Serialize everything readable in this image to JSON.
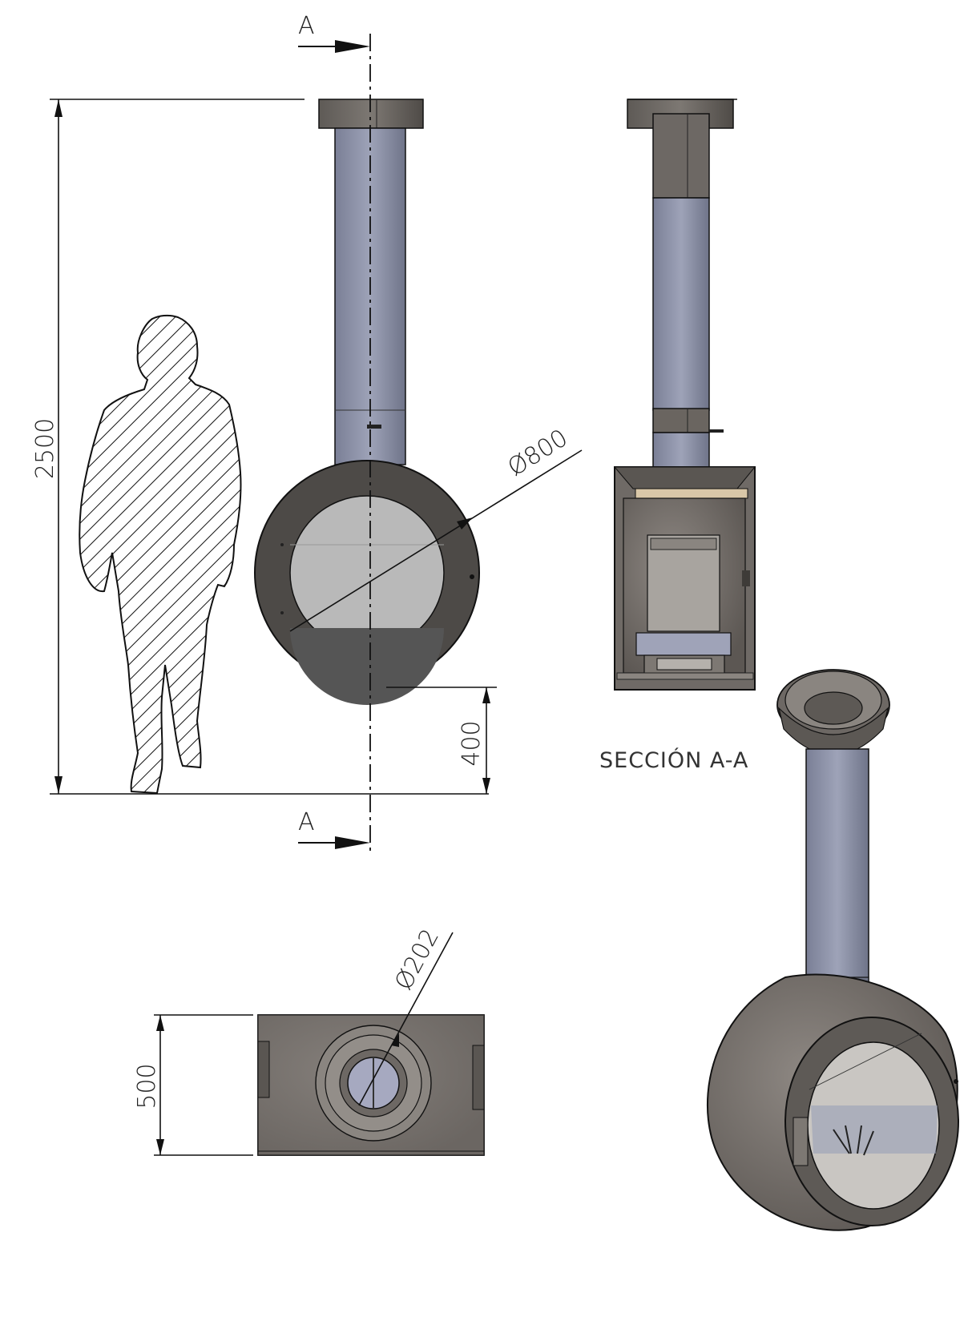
{
  "drawing": {
    "section_marks": [
      "A",
      "A"
    ],
    "dimensions": {
      "total_height": "2500",
      "floor_clearance": "400",
      "body_diameter": "Ø800",
      "flue_diameter": "Ø202",
      "depth": "500"
    },
    "section_caption": "SECCIÓN A-A"
  },
  "colors": {
    "line": "#111111",
    "steel_dark": "#4a4744",
    "steel_mid": "#8a8580",
    "pipe_blue": "#8d92a8",
    "glass": "#b8b8b8",
    "collar": "#6f6a65"
  }
}
